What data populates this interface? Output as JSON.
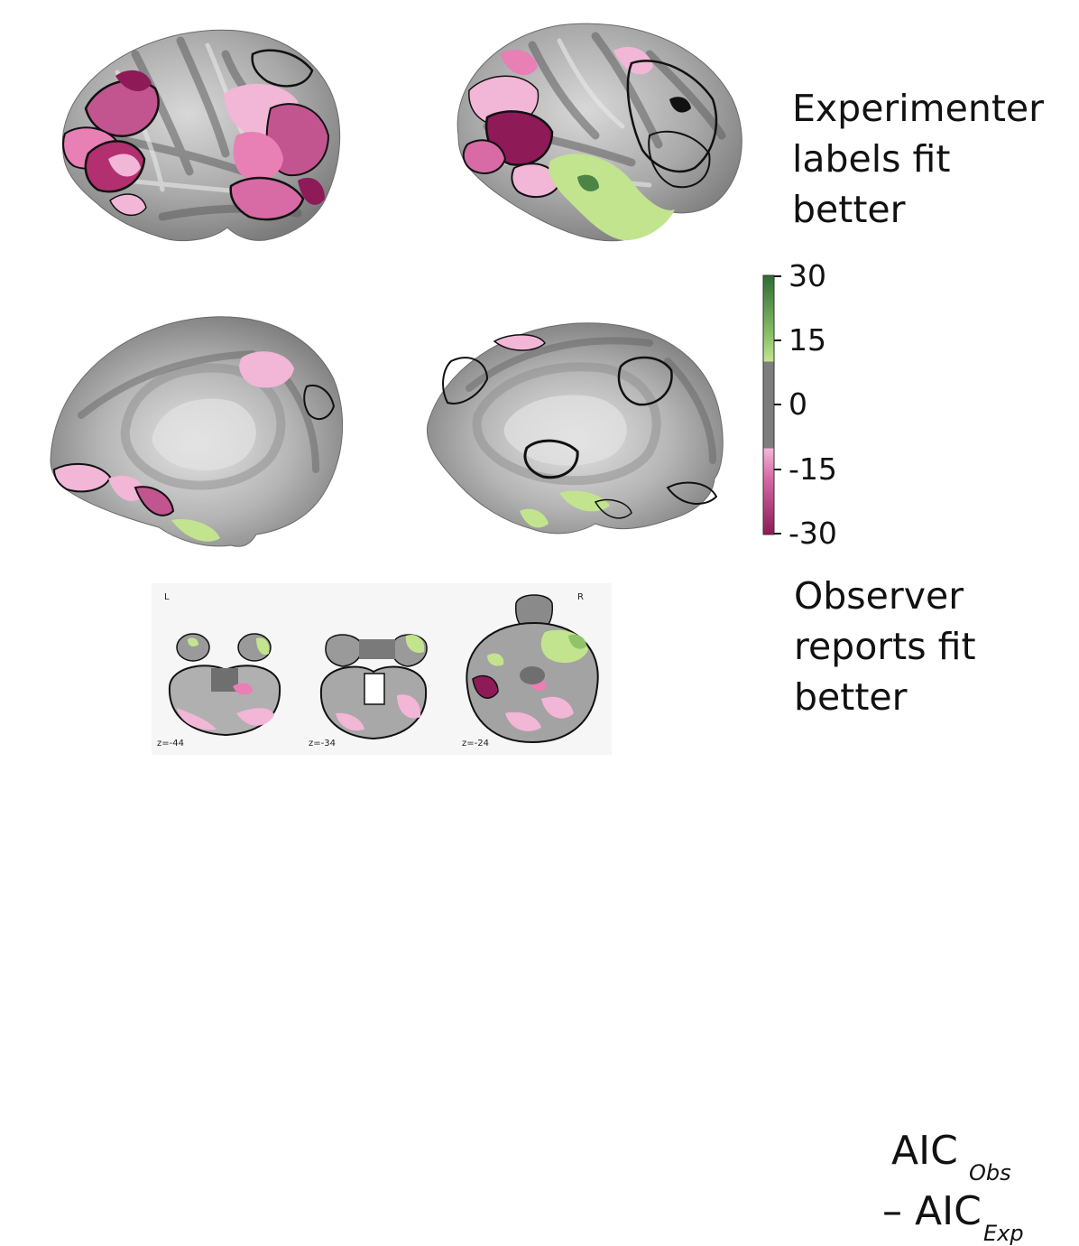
{
  "annotations": {
    "top": [
      "Experimenter",
      "labels fit",
      "better"
    ],
    "bottom": [
      "Observer",
      "reports fit",
      "better"
    ]
  },
  "colorbar": {
    "ticks": [
      "30",
      "15",
      "0",
      "-15",
      "-30"
    ],
    "range": [
      -30,
      30
    ],
    "colors": {
      "dark_green": "#2e6b34",
      "light_green": "#c2e48e",
      "gray": "#7d7d7d",
      "light_pink": "#f2b6d6",
      "dark_pink": "#8e1a58"
    }
  },
  "aic_label": {
    "line1_main": "AIC",
    "line1_sub": "Obs",
    "line2_main": "– AIC",
    "line2_sub": "Exp"
  },
  "slices": {
    "left_marker": "L",
    "right_marker": "R",
    "labels": [
      "z=-44",
      "z=-34",
      "z=-24"
    ]
  }
}
